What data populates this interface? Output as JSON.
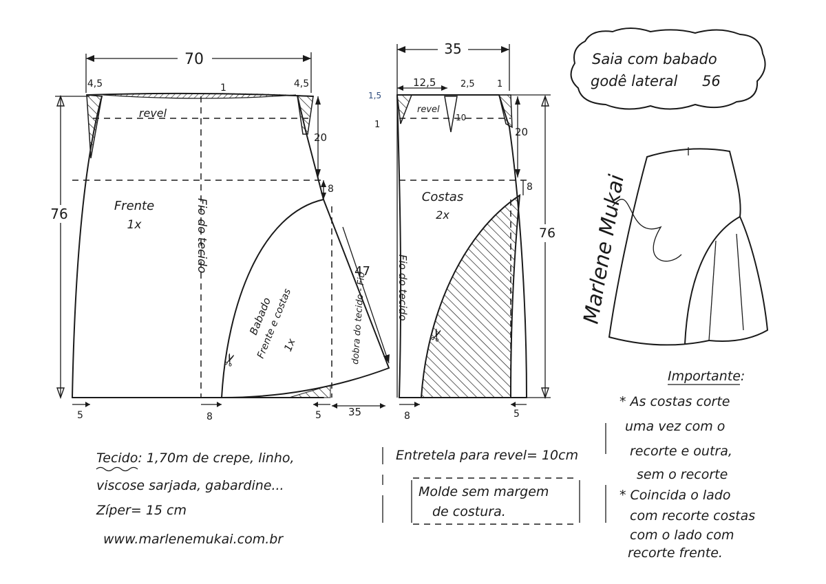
{
  "title": {
    "line1": "Saia com babado",
    "line2": "godê lateral",
    "size": "56"
  },
  "front": {
    "width_top": "70",
    "label": "Frente",
    "count": "1x",
    "grain": "Fio do tecido",
    "facing": "revel",
    "height": "76",
    "dart_left": "4,5",
    "dart_right": "4,5",
    "raise": "1",
    "hip_depth": "20",
    "ruffle_drop": "8",
    "hem_left": "5",
    "hem_mid": "8",
    "hem_right": "5"
  },
  "ruffle": {
    "label": "Babado",
    "sub": "Frente e costas",
    "count": "1x",
    "length": "47",
    "fold": "dobra do tecido - Fio",
    "hem_ext": "35"
  },
  "back": {
    "width_top": "35",
    "label": "Costas",
    "count": "2x",
    "grain": "Fio do tecido",
    "facing": "revel",
    "height": "76",
    "top_seg": "12,5",
    "dart_w": "2,5",
    "dart_len": "10",
    "left_raise": "1,5",
    "left_drop": "1",
    "right_raise": "1",
    "hip_depth": "20",
    "ruffle_drop": "8",
    "hem_left": "8",
    "hem_right": "5"
  },
  "notes": {
    "fabric": [
      "Tecido: 1,70m de crepe, linho,",
      "viscose sarjada, gabardine...",
      "Zíper= 15 cm"
    ],
    "website": "www.marlenemukai.com.br",
    "interfacing": "Entretela para revel= 10cm",
    "no_seam": [
      "Molde sem margem",
      "de costura."
    ]
  },
  "important": {
    "heading": "Importante:",
    "items": [
      [
        "* As costas corte",
        "uma vez com o",
        "recorte e outra,",
        "sem o recorte"
      ],
      [
        "* Coincida o lado",
        "com recorte costas",
        "com o lado com",
        "recorte frente."
      ]
    ]
  },
  "signature": "Marlene Mukai",
  "colors": {
    "ink": "#1a1a1a",
    "accent_blue": "#2d4b7c"
  }
}
